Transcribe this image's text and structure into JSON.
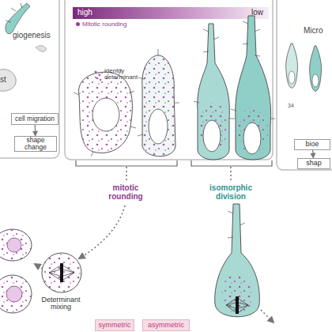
{
  "diagram": {
    "nodes": [
      {
        "text": [
          "cell migration"
        ]
      },
      {
        "text": [
          "shape change"
        ]
      },
      {
        "text": [
          "bioe"
        ]
      },
      {
        "text": [
          "shap"
        ]
      },
      {
        "text": [
          "symmetric"
        ]
      },
      {
        "text": [
          "asymmetric"
        ]
      }
    ],
    "edges": [
      {
        "from": 0,
        "to": 1,
        "arrow": "to"
      },
      {
        "from": 2,
        "to": 3,
        "arrow": "to"
      }
    ],
    "labels": [
      "giogenesis",
      "st",
      "high",
      "low",
      "identity determinant",
      "Micro",
      "34",
      "mitotic rounding",
      "isomorphic division",
      "Determinant mixing"
    ],
    "legend": [
      {
        "text": "Mitotic rounding",
        "color": "#9a3d97"
      }
    ]
  }
}
